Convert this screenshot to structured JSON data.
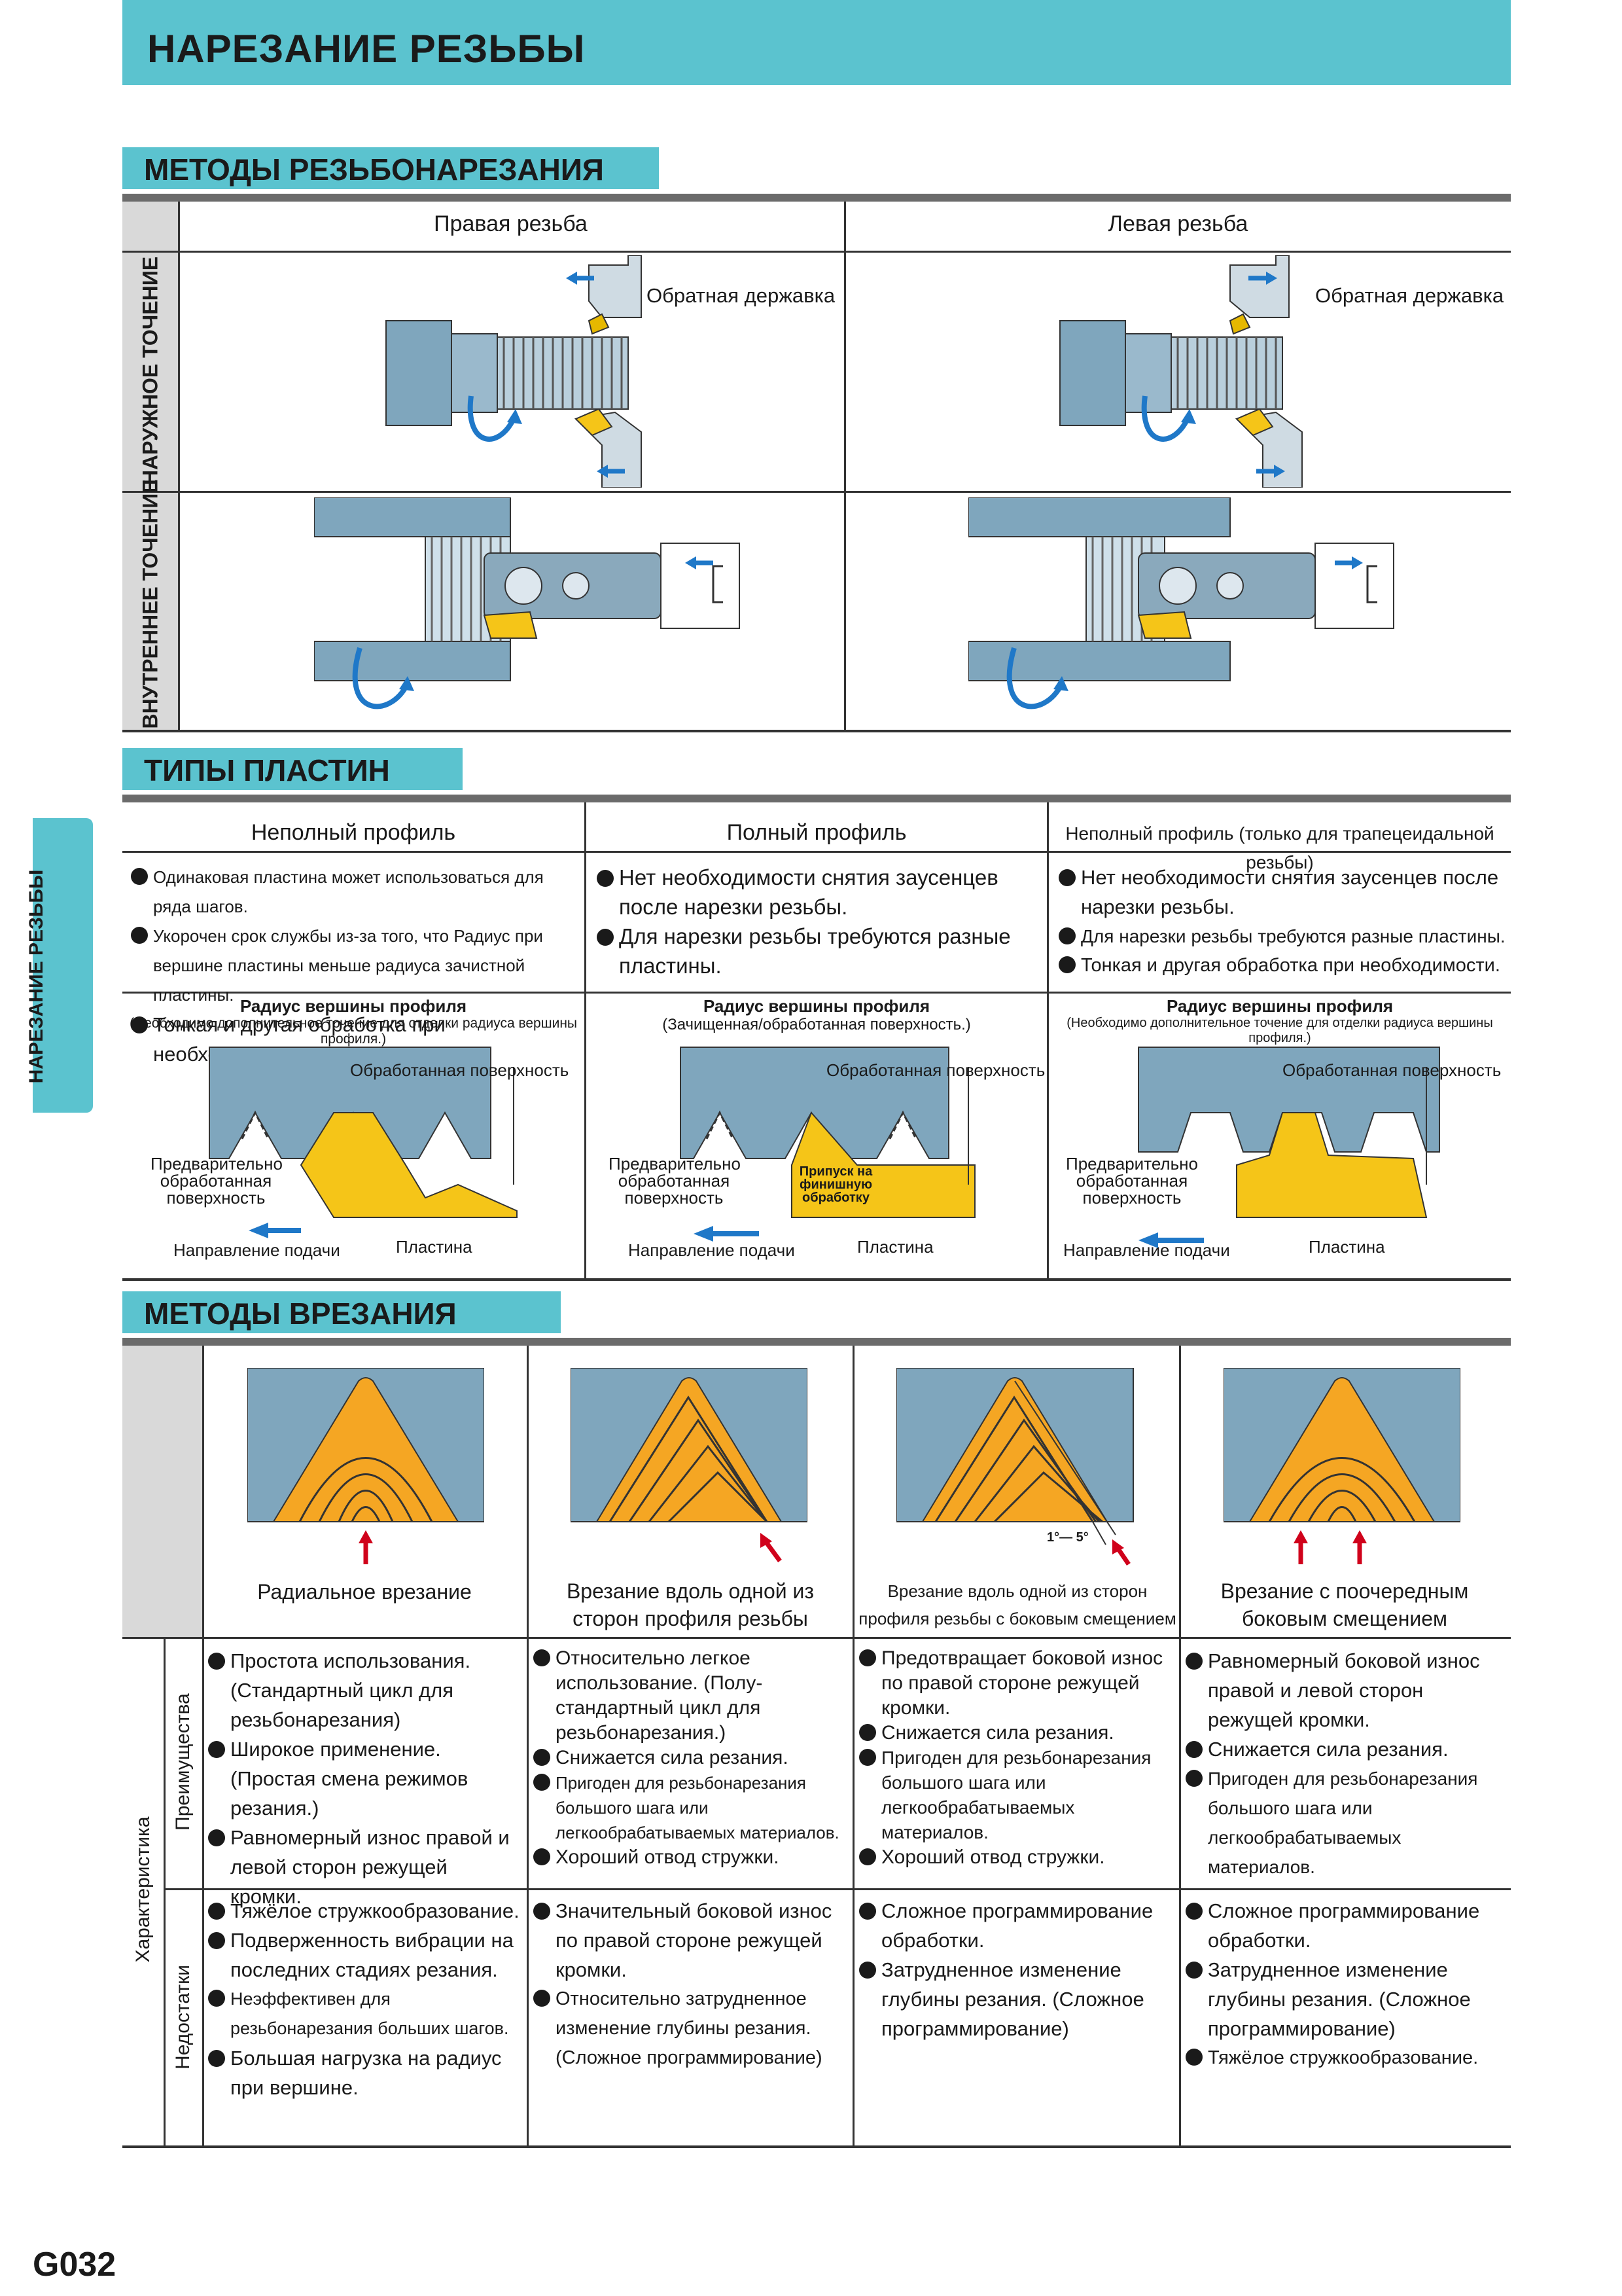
{
  "header": {
    "title": "НАРЕЗАНИЕ РЕЗЬБЫ"
  },
  "side_tab": {
    "label": "НАРЕЗАНИЕ РЕЗЬБЫ"
  },
  "sections": {
    "threading_methods": "МЕТОДЫ РЕЗЬБОНАРЕЗАНИЯ",
    "insert_types": "ТИПЫ ПЛАСТИН",
    "infeed_methods": "МЕТОДЫ ВРЕЗАНИЯ"
  },
  "threading": {
    "col_right": "Правая резьба",
    "col_left": "Левая резьба",
    "row_external": "НАРУЖНОЕ ТОЧЕНИЕ",
    "row_internal": "ВНУТРЕННЕЕ ТОЧЕНИЕ",
    "reverse_holder_right": "Обратная державка",
    "reverse_holder_left": "Обратная державка"
  },
  "inserts": {
    "col1": {
      "title": "Неполный профиль",
      "bullets": [
        "Одинаковая пластина может использоваться для ряда шагов.",
        "Укорочен срок службы из-за того, что Радиус при вершине пластины меньше радиуса зачистной пластины.",
        "Тонкая и другая обработка при необходимости."
      ],
      "diag_title": "Радиус вершины профиля",
      "diag_sub": "(Необходимо дополнительное точение для отделки радиуса вершины профиля.)",
      "machined": "Обработанная поверхность",
      "premachined": "Предварительно обработанная поверхность",
      "feed": "Направление подачи",
      "insert": "Пластина"
    },
    "col2": {
      "title": "Полный профиль",
      "bullets": [
        "Нет необходимости снятия заусенцев после нарезки резьбы.",
        "Для нарезки резьбы требуются разные пластины."
      ],
      "diag_title": "Радиус вершины профиля",
      "diag_sub": "(Зачищенная/обработанная поверхность.)",
      "machined": "Обработанная поверхность",
      "premachined": "Предварительно обработанная поверхность",
      "allowance": "Припуск на финишную обработку",
      "feed": "Направление подачи",
      "insert": "Пластина"
    },
    "col3": {
      "title": "Неполный профиль (только для трапецеидальной резьбы)",
      "bullets": [
        "Нет необходимости снятия заусенцев после нарезки резьбы.",
        "Для нарезки резьбы требуются разные пластины.",
        "Тонкая и другая обработка при необходимости."
      ],
      "diag_title": "Радиус вершины профиля",
      "diag_sub": "(Необходимо дополнительное точение для отделки радиуса вершины профиля.)",
      "machined": "Обработанная поверхность",
      "premachined": "Предварительно обработанная поверхность",
      "feed": "Направление подачи",
      "insert": "Пластина"
    }
  },
  "infeed": {
    "row_characteristics": "Характеристика",
    "row_advantages": "Преимущества",
    "row_disadvantages": "Недостатки",
    "angle_label": "1°— 5°",
    "methods": [
      {
        "caption": "Радиальное врезание",
        "advantages": [
          "Простота использования. (Стандартный цикл для резьбонарезания)",
          "Широкое применение. (Простая смена режимов резания.)",
          "Равномерный износ правой и левой сторон режущей кромки."
        ],
        "disadvantages": [
          "Тяжёлое стружкообразование.",
          "Подверженность вибрации на последних стадиях резания.",
          "Неэффективен для резьбонарезания больших шагов.",
          "Большая нагрузка на радиус при вершине."
        ]
      },
      {
        "caption": "Врезание вдоль одной из сторон профиля резьбы",
        "advantages": [
          "Относительно легкое использование. (Полу-стандартный цикл для резьбонарезания.)",
          "Снижается сила резания.",
          "Пригоден для резьбонарезания большого шага или легкообрабатываемых материалов.",
          "Хороший отвод стружки."
        ],
        "disadvantages": [
          "Значительный боковой износ по правой стороне режущей кромки.",
          "Относительно затрудненное изменение глубины резания. (Сложное программирование)"
        ]
      },
      {
        "caption": "Врезание вдоль одной из сторон профиля резьбы с боковым смещением",
        "advantages": [
          "Предотвращает боковой износ по правой стороне режущей кромки.",
          "Снижается сила резания.",
          "Пригоден для резьбонарезания большого шага или легкообрабатываемых материалов.",
          "Хороший отвод стружки."
        ],
        "disadvantages": [
          "Сложное программирование обработки.",
          "Затрудненное изменение глубины резания. (Сложное программирование)"
        ]
      },
      {
        "caption": "Врезание с поочередным боковым смещением",
        "advantages": [
          "Равномерный боковой износ правой и левой сторон режущей кромки.",
          "Снижается сила резания.",
          "Пригоден для резьбонарезания большого шага или легкообрабатываемых материалов."
        ],
        "disadvantages": [
          "Сложное программирование обработки.",
          "Затрудненное изменение глубины резания. (Сложное программирование)",
          "Тяжёлое стружкообразование."
        ]
      }
    ]
  },
  "footer": {
    "page": "G032"
  },
  "colors": {
    "accent": "#5bc3cf",
    "steel": "#7fa6bd",
    "insert": "#f5c518",
    "infeed": "#f5a623",
    "arrow": "#1f78c8"
  }
}
